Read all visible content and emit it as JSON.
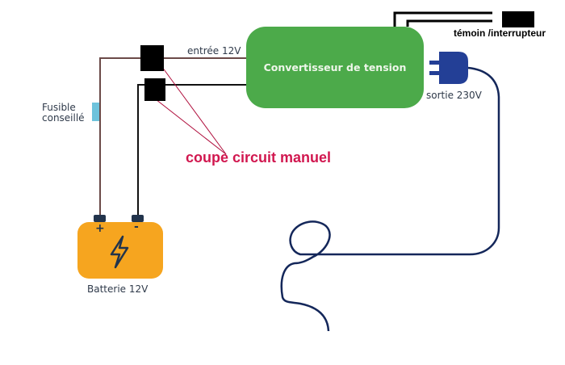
{
  "diagram": {
    "converter_label": "Convertisseur de tension",
    "input_label": "entrée 12V",
    "output_label": "sortie 230V",
    "fuse_label_line1": "Fusible",
    "fuse_label_line2": "conseillé",
    "battery_label": "Batterie 12V",
    "battery_plus": "+",
    "battery_minus": "-",
    "cutoff_label": "coupe circuit manuel",
    "indicator_label": "témoin /interrupteur"
  },
  "colors": {
    "converter": "#4caa4a",
    "battery": "#f6a51f",
    "plug": "#233f96",
    "cable": "#14275a",
    "positive_wire": "#6b4a48",
    "negative_wire": "#111111",
    "fuse": "#6ec3dc",
    "annotation": "#d1174f"
  }
}
